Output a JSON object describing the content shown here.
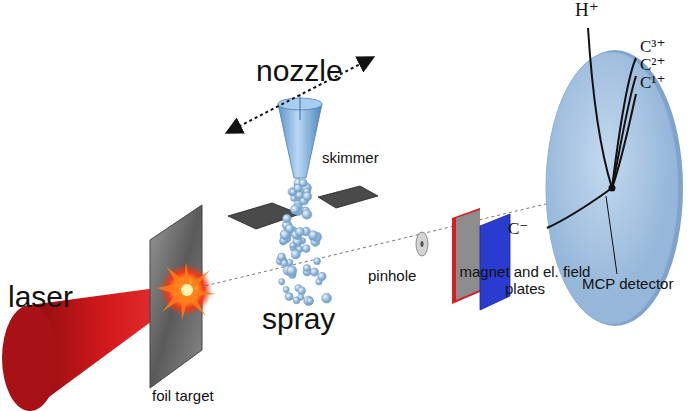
{
  "diagram": {
    "labels": [
      "nozzle",
      "skimmer",
      "pinhole",
      "magnet and el. field plates",
      "MCP detector",
      "H⁺",
      "C³⁺",
      "C²⁺",
      "C¹⁺",
      "C⁻",
      "laser",
      "spray",
      "foil target"
    ]
  }
}
